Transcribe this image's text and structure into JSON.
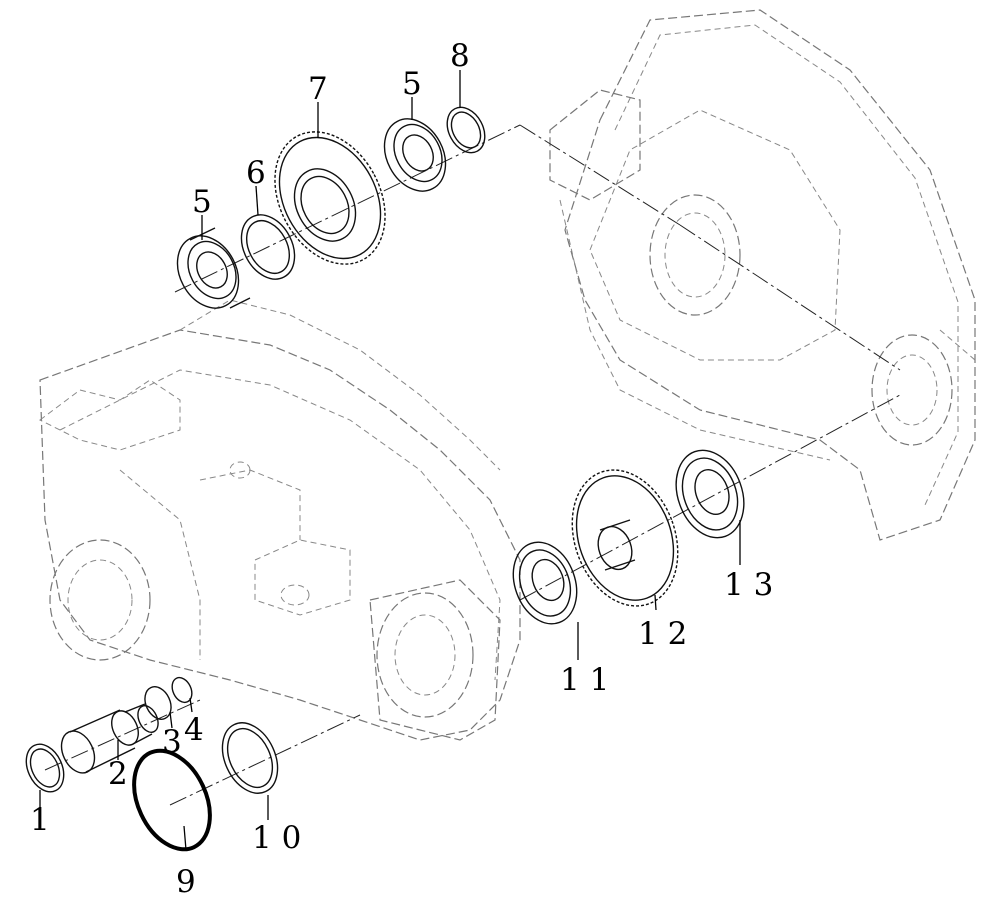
{
  "callouts": {
    "c1": "1",
    "c2": "2",
    "c3": "3",
    "c4": "4",
    "c5a": "5",
    "c5b": "5",
    "c6": "6",
    "c7": "7",
    "c8": "8",
    "c9": "9",
    "c10": "1 0",
    "c11": "1 1",
    "c12": "1 2",
    "c13": "1 3"
  }
}
